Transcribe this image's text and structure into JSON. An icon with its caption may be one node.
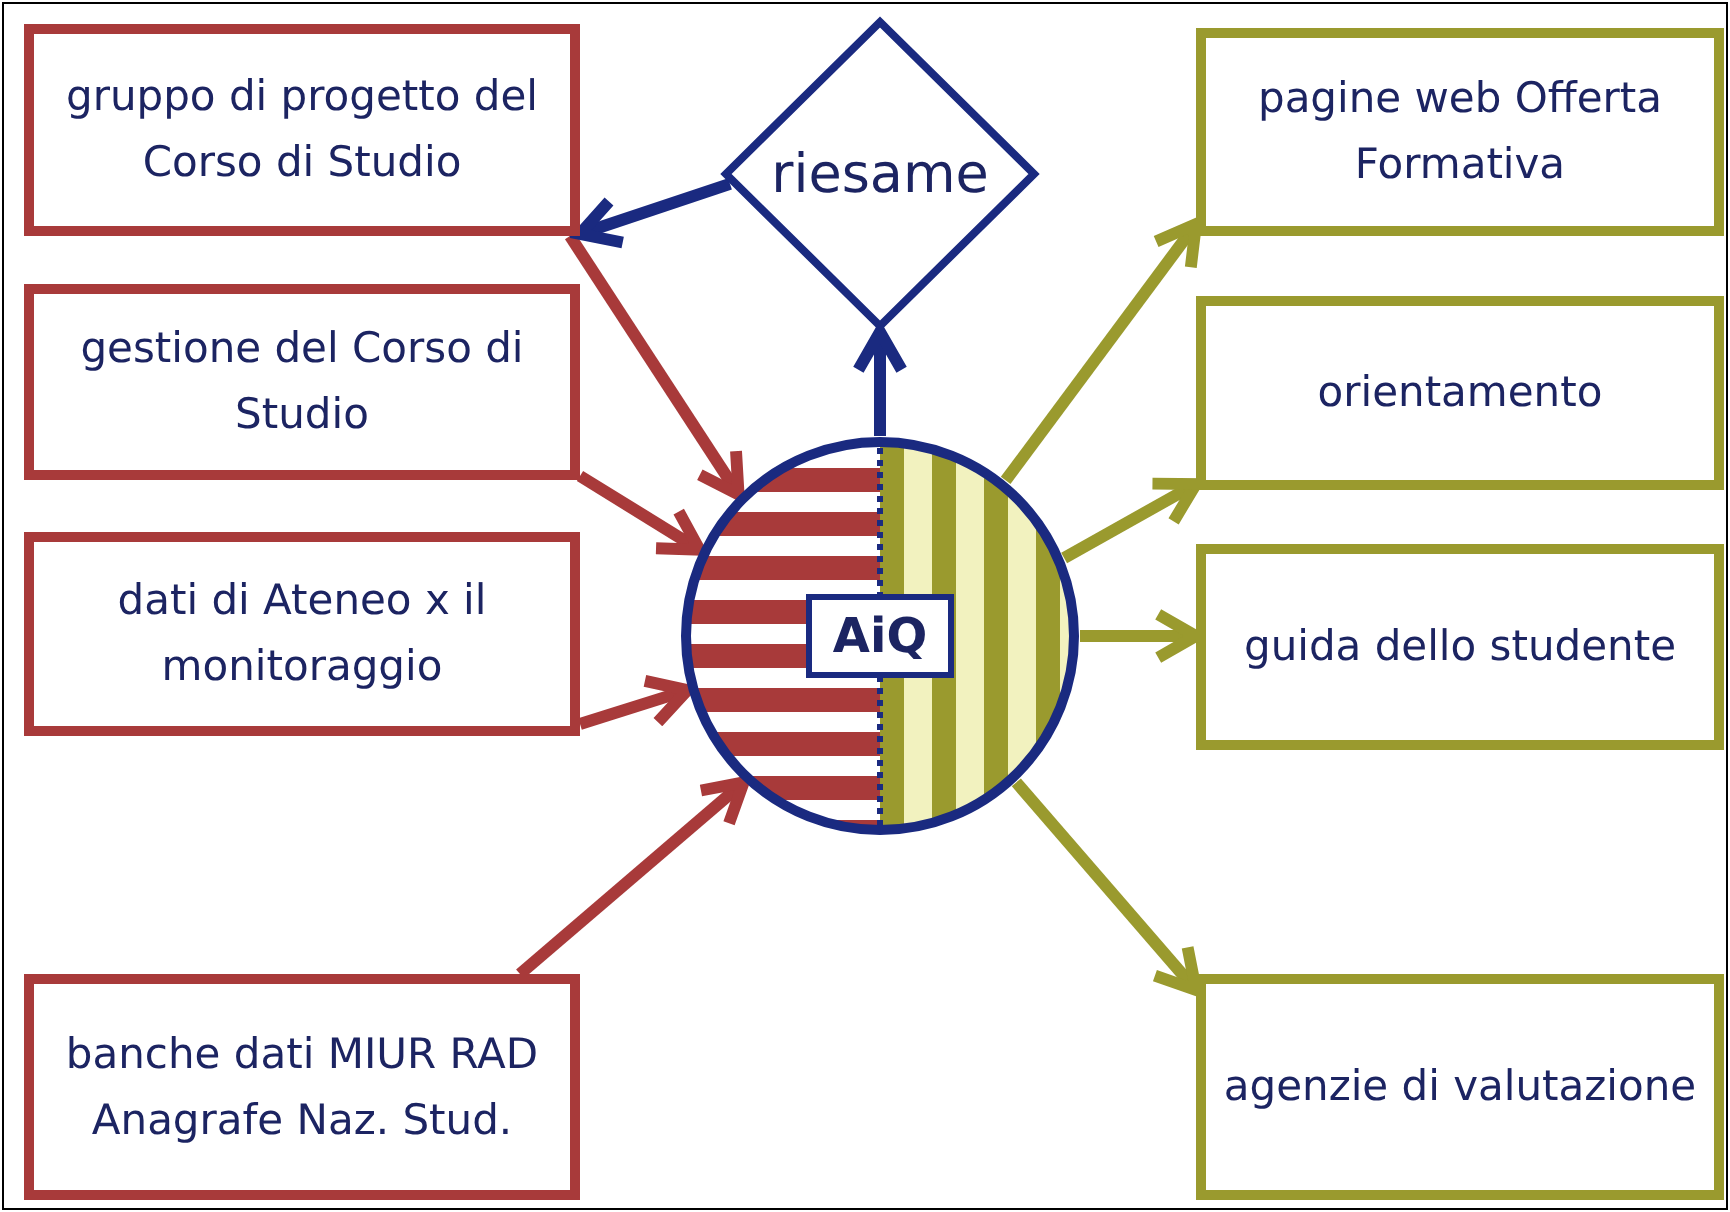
{
  "diagram": {
    "nodes": [
      {
        "text": [
          "gruppo di progetto del Corso di Studio"
        ]
      },
      {
        "text": [
          "gestione del Corso di Studio"
        ]
      },
      {
        "text": [
          "dati di Ateneo x il monitoraggio"
        ]
      },
      {
        "text": [
          "banche dati MIUR RAD Anagrafe Naz. Stud."
        ]
      },
      {
        "text": [
          "riesame"
        ]
      },
      {
        "text": [
          "AiQ"
        ]
      },
      {
        "text": [
          "pagine web Offerta Formativa"
        ]
      },
      {
        "text": [
          "orientamento"
        ]
      },
      {
        "text": [
          "guida dello studente"
        ]
      },
      {
        "text": [
          "agenzie di valutazione"
        ]
      }
    ],
    "edges": [
      {
        "from": 0,
        "to": 5,
        "arrow": "to",
        "color": "#a83a3a"
      },
      {
        "from": 1,
        "to": 5,
        "arrow": "to",
        "color": "#a83a3a"
      },
      {
        "from": 2,
        "to": 5,
        "arrow": "to",
        "color": "#a83a3a"
      },
      {
        "from": 3,
        "to": 5,
        "arrow": "to",
        "color": "#a83a3a"
      },
      {
        "from": 5,
        "to": 4,
        "arrow": "to",
        "color": "#1a2a80"
      },
      {
        "from": 4,
        "to": 0,
        "arrow": "to",
        "color": "#1a2a80"
      },
      {
        "from": 5,
        "to": 6,
        "arrow": "to",
        "color": "#9a9a2e"
      },
      {
        "from": 5,
        "to": 7,
        "arrow": "to",
        "color": "#9a9a2e"
      },
      {
        "from": 5,
        "to": 8,
        "arrow": "to",
        "color": "#9a9a2e"
      },
      {
        "from": 5,
        "to": 9,
        "arrow": "to",
        "color": "#9a9a2e"
      }
    ]
  }
}
